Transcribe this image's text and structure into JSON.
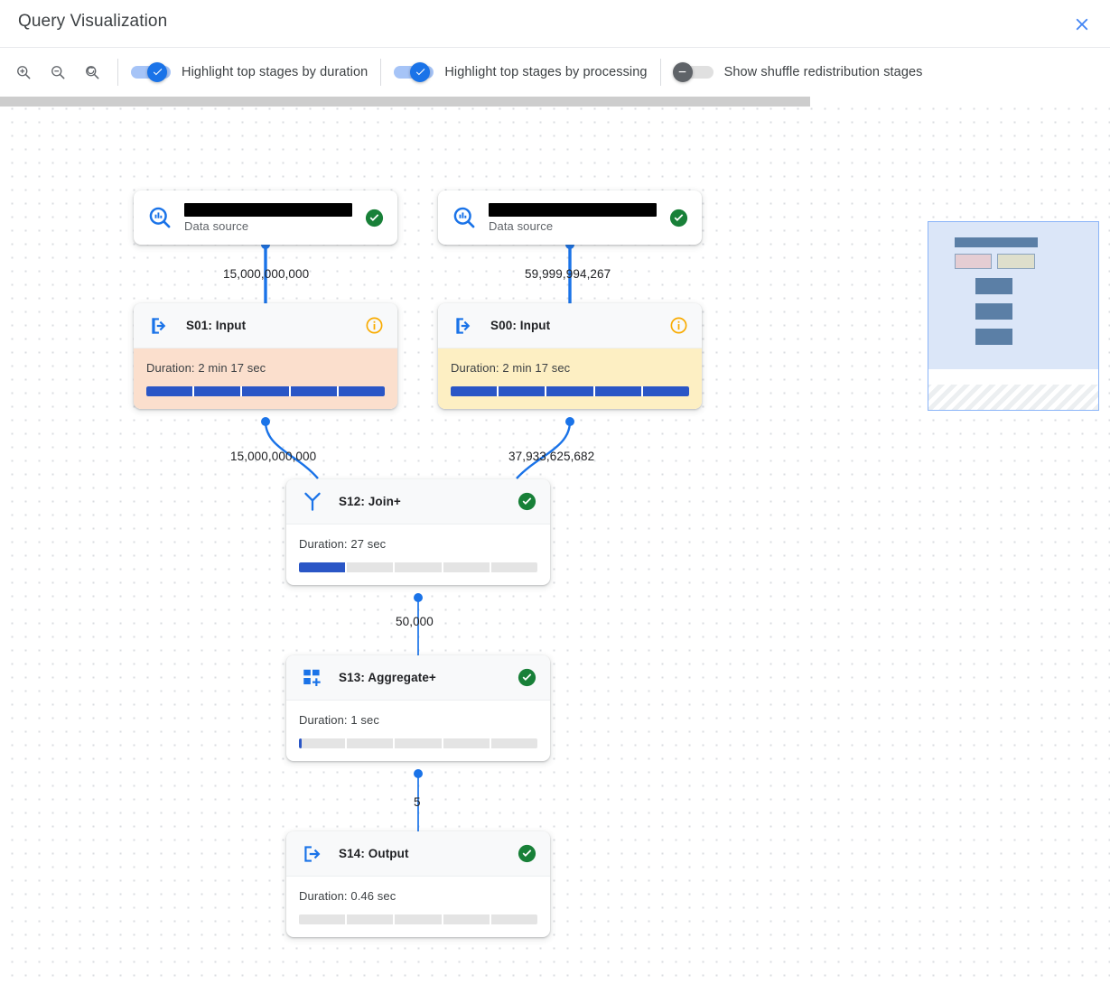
{
  "header": {
    "title": "Query Visualization",
    "close_icon": "close-icon"
  },
  "toolbar": {
    "zoom_in_icon": "zoom-in-icon",
    "zoom_out_icon": "zoom-out-icon",
    "zoom_reset_icon": "zoom-reset-icon",
    "toggles": [
      {
        "label": "Highlight top stages by duration",
        "state": "on"
      },
      {
        "label": "Highlight top stages by processing",
        "state": "on"
      },
      {
        "label": "Show shuffle redistribution stages",
        "state": "off"
      }
    ]
  },
  "graph": {
    "data_sources": [
      {
        "name": "",
        "subtitle": "Data source",
        "status": "success",
        "icon": "bigquery-datasource-icon"
      },
      {
        "name": "",
        "subtitle": "Data source",
        "status": "success",
        "icon": "bigquery-datasource-icon"
      }
    ],
    "stages": [
      {
        "id": "S01",
        "title": "S01: Input",
        "icon": "input-arrow-icon",
        "status": "info",
        "duration_label": "Duration: 2 min 17 sec",
        "duration_pct": 100,
        "highlight": "duration"
      },
      {
        "id": "S00",
        "title": "S00: Input",
        "icon": "input-arrow-icon",
        "status": "info",
        "duration_label": "Duration: 2 min 17 sec",
        "duration_pct": 100,
        "highlight": "processing"
      },
      {
        "id": "S12",
        "title": "S12: Join+",
        "icon": "join-icon",
        "status": "success",
        "duration_label": "Duration: 27 sec",
        "duration_pct": 20,
        "highlight": "none"
      },
      {
        "id": "S13",
        "title": "S13: Aggregate+",
        "icon": "aggregate-icon",
        "status": "success",
        "duration_label": "Duration: 1 sec",
        "duration_pct": 1,
        "highlight": "none"
      },
      {
        "id": "S14",
        "title": "S14: Output",
        "icon": "output-arrow-icon",
        "status": "success",
        "duration_label": "Duration: 0.46 sec",
        "duration_pct": 0,
        "highlight": "none"
      }
    ],
    "edges": [
      {
        "from": "datasource-1",
        "to": "S01",
        "label": "15,000,000,000"
      },
      {
        "from": "datasource-2",
        "to": "S00",
        "label": "59,999,994,267"
      },
      {
        "from": "S01",
        "to": "S12",
        "label": "15,000,000,000"
      },
      {
        "from": "S00",
        "to": "S12",
        "label": "37,933,625,682"
      },
      {
        "from": "S12",
        "to": "S13",
        "label": "50,000"
      },
      {
        "from": "S13",
        "to": "S14",
        "label": "5"
      }
    ]
  },
  "colors": {
    "accent": "#1a73e8",
    "edge": "#1a73e8",
    "bar_fill": "#2a56c6",
    "bar_track": "#e4e4e4",
    "success": "#188038",
    "info": "#f9ab00",
    "highlight_duration": "#fbdfcd",
    "highlight_processing": "#fdefc3",
    "minimap_bg": "#dbe6f8",
    "minimap_border": "#8ab4f8"
  },
  "minimap": {
    "name": "minimap",
    "thumbs": [
      {
        "kind": "datasource"
      },
      {
        "kind": "datasource"
      },
      {
        "kind": "pink"
      },
      {
        "kind": "beige"
      },
      {
        "kind": "stage"
      },
      {
        "kind": "stage"
      },
      {
        "kind": "stage"
      }
    ]
  },
  "scrollbar": {
    "name": "horizontal-scrollbar"
  }
}
